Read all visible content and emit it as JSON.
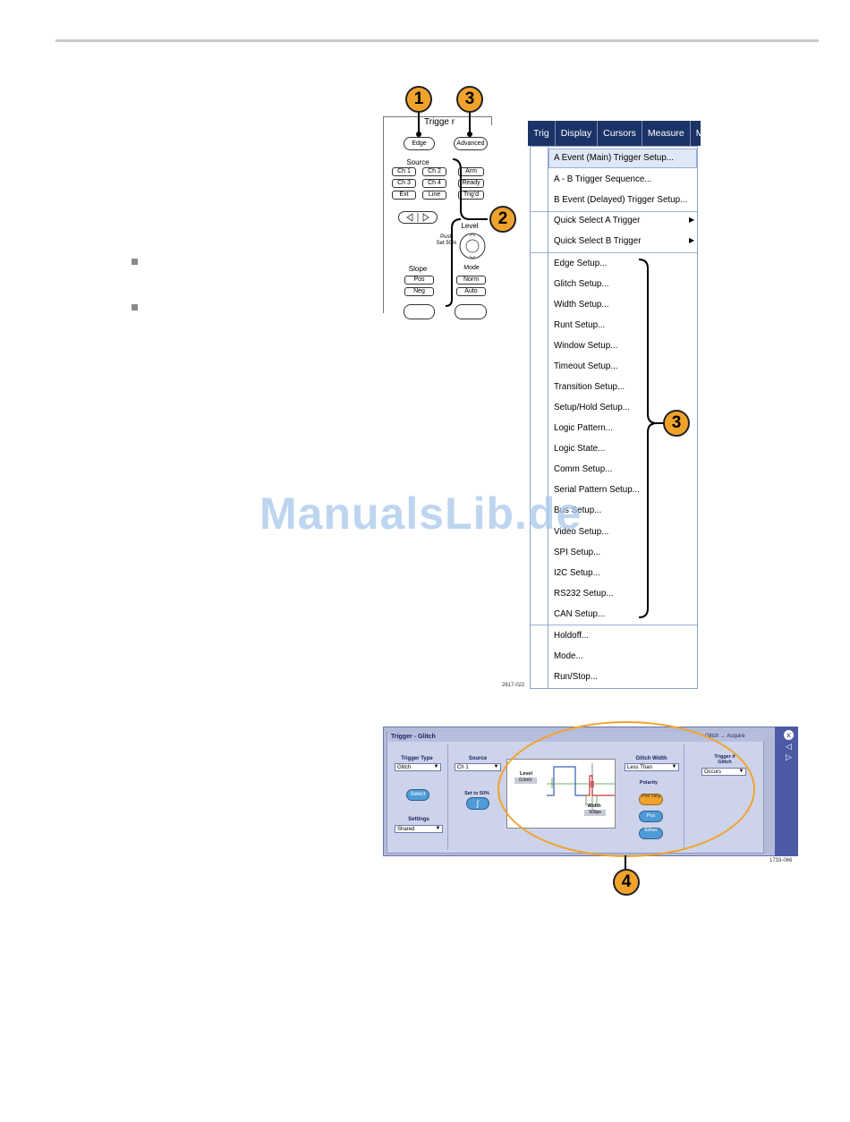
{
  "front_panel": {
    "title": "Trigge r",
    "edge_button": "Edge",
    "advanced_button": "Advanced",
    "source_label": "Source",
    "source_buttons": [
      "Ch 1",
      "Ch 2",
      "Ch 3",
      "Ch 4",
      "Ext",
      "Line"
    ],
    "status_buttons": [
      "Arm",
      "Ready",
      "Trig'd"
    ],
    "level_label": "Level",
    "push_label": "Push\nSet 50%",
    "slope_label": "Slope",
    "slope_buttons": [
      "Pos",
      "Neg"
    ],
    "mode_label": "Mode",
    "mode_buttons": [
      "Norm",
      "Auto"
    ]
  },
  "callouts": {
    "c1": "1",
    "c2": "2",
    "c3a": "3",
    "c3b": "3",
    "c4": "4"
  },
  "menu": {
    "bar": [
      "Trig",
      "Display",
      "Cursors",
      "Measure",
      "M"
    ],
    "groups": [
      [
        "A Event (Main) Trigger Setup...",
        "A - B Trigger Sequence...",
        "B Event (Delayed) Trigger Setup..."
      ],
      [
        "Quick Select A Trigger",
        "Quick Select B Trigger"
      ],
      [
        "Edge Setup...",
        "Glitch Setup...",
        "Width Setup...",
        "Runt Setup...",
        "Window Setup...",
        "Timeout Setup...",
        "Transition Setup...",
        "Setup/Hold Setup...",
        "Logic Pattern...",
        "Logic State...",
        "Comm Setup...",
        "Serial Pattern Setup...",
        "Bus Setup...",
        "Video Setup...",
        "SPI Setup...",
        "I2C Setup...",
        "RS232 Setup...",
        "CAN Setup..."
      ],
      [
        "Holdoff...",
        "Mode...",
        "Run/Stop..."
      ]
    ],
    "figure_number": "2617-022"
  },
  "screen": {
    "title": "Trigger - Glitch",
    "mode_link": "Glitch → Acquire",
    "trigger_type_label": "Trigger Type",
    "trigger_type_value": "Glitch",
    "select_button": "Select",
    "settings_label": "Settings",
    "settings_value": "Shared",
    "source_label": "Source",
    "source_value": "Ch 1",
    "set50_label": "Set to 50%",
    "level_label": "Level",
    "level_value": "0.0mV",
    "width_label": "Width",
    "width_value": "500ps",
    "glitch_width_label": "Glitch Width",
    "glitch_width_value": "Less Than",
    "polarity_label": "Polarity",
    "polarity_buttons": [
      "Pos Neg",
      "Pos",
      "Either"
    ],
    "trigger_if_label": "Trigger if\nGlitch",
    "trigger_if_value": "Occurs",
    "figure_number": "1733-066"
  },
  "watermark": "ManualsLib.de"
}
